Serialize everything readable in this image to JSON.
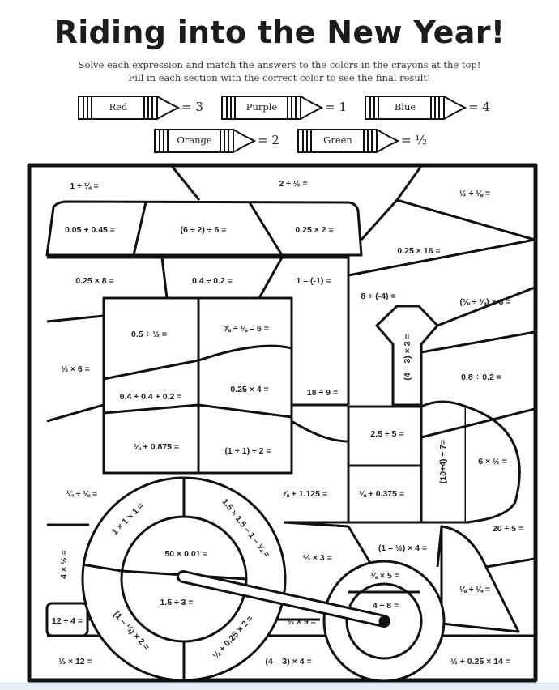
{
  "title": "Riding into the New Year!",
  "instructions": [
    "Solve each expression and match the answers to the colors in the crayons at the top!",
    "Fill in each section with the correct color to see the final result!"
  ],
  "crayons": [
    {
      "label": "Red",
      "value": "= 3"
    },
    {
      "label": "Purple",
      "value": "= 1"
    },
    {
      "label": "Blue",
      "value": "= 4"
    },
    {
      "label": "Orange",
      "value": "= 2"
    },
    {
      "label": "Green",
      "value": "= ½"
    }
  ],
  "expressions": {
    "e01": "1 ÷ ¼ =",
    "e02": "2 ÷ ½ =",
    "e03": "½ ÷ ⅛ =",
    "e04": "0.05 + 0.45 =",
    "e05": "(6 ÷ 2) ÷ 6 =",
    "e06": "0.25 × 2 =",
    "e07": "0.25 × 16 =",
    "e08": "0.25 × 8 =",
    "e09": "0.4 ÷ 0.2 =",
    "e10": "1 – (-1) =",
    "e11": "8 + (-4) =",
    "e12": "(⅛ ÷ ¼) × 8 =",
    "e13": "0.5 ÷ ½ =",
    "e14": "⅞ ÷ ⅛ – 6 =",
    "e15": "⅓ × 6 =",
    "e16": "(4 – 3) × 3 =",
    "e17": "0.8 ÷ 0.2 =",
    "e18": "0.4 + 0.4 + 0.2 =",
    "e19": "0.25 × 4 =",
    "e20": "18 ÷ 9 =",
    "e21": "2.5 ÷ 5 =",
    "e22": "(10+4) ÷ 7=",
    "e23": "⅛ + 0.875 =",
    "e24": "(1 + 1) ÷ 2 =",
    "e25": "6 × ½ =",
    "e26": "¼ ÷ ⅛ =",
    "e27": "⅞ + 1.125 =",
    "e28": "⅛ + 0.375 =",
    "e29": "1 × 1 × 1 =",
    "e30": "1.5 × 1.5 – 1 – ¼ =",
    "e31": "20 ÷ 5 =",
    "e32": "4 × ½ =",
    "e33": "50 × 0.01 =",
    "e34": "⅔ × 3 =",
    "e35": "(1 – ½) × 4 =",
    "e36": "⅛ × 5 =",
    "e37": "⅛ ÷ ¼ =",
    "e38": "1.5 ÷ 3 =",
    "e39": "4 ÷ 8 =",
    "e40": "12 ÷ 4 =",
    "e41": "(1 – ½) × 2 =",
    "e42": "½ + 0.25 × 2 =",
    "e43": "⅓ × 9 =",
    "e44": "⅓ × 12 =",
    "e45": "(4 – 3) × 4 =",
    "e46": "½ + 0.25 × 14 ="
  }
}
